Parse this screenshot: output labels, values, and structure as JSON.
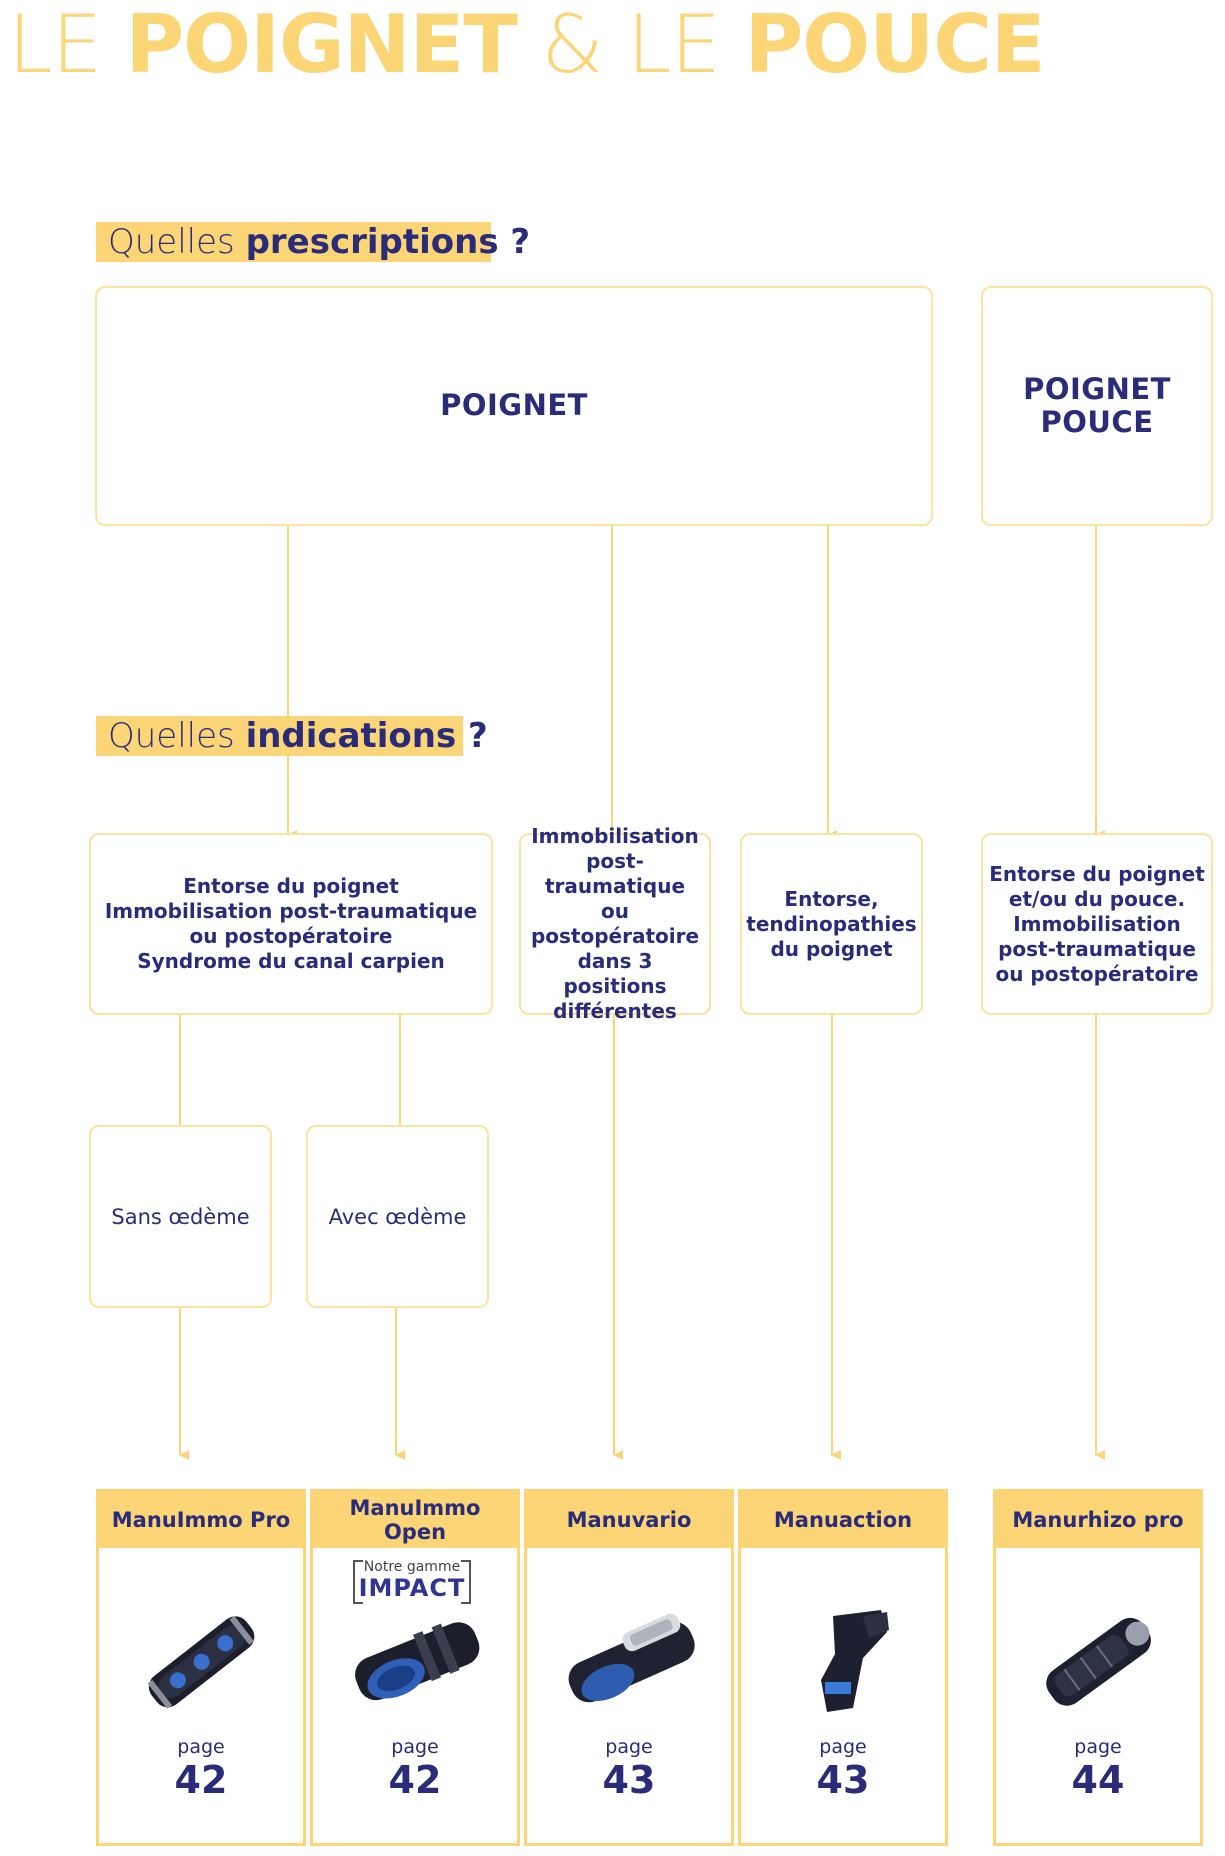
{
  "title": {
    "part1": "LE ",
    "part2": "POIGNET",
    "part3": " & LE ",
    "part4": "POUCE"
  },
  "sections": {
    "prescriptions": {
      "light": "Quelles ",
      "bold": "prescriptions ?"
    },
    "indications": {
      "light": "Quelles ",
      "bold": "indications ?"
    }
  },
  "prescriptions": {
    "poignet": "POIGNET",
    "poignet_pouce": "POIGNET\nPOUCE"
  },
  "indications": [
    {
      "text": "Entorse du poignet\nImmobilisation post-traumatique\nou postopératoire\nSyndrome du canal carpien"
    },
    {
      "text": "Immobilisation\npost-traumatique\nou\npostopératoire\ndans 3 positions\ndifférentes"
    },
    {
      "text": "Entorse,\ntendinopathies\ndu poignet"
    },
    {
      "text": "Entorse du poignet\net/ou du pouce.\nImmobilisation\npost-traumatique\nou postopératoire"
    }
  ],
  "sub_indications": [
    {
      "text": "Sans œdème"
    },
    {
      "text": "Avec œdème"
    }
  ],
  "products": [
    {
      "name": "ManuImmo Pro",
      "page_label": "page",
      "page": "42"
    },
    {
      "name": "ManuImmo\nOpen",
      "page_label": "page",
      "page": "42",
      "badge_small": "Notre gamme",
      "badge_big": "IMPACT"
    },
    {
      "name": "Manuvario",
      "page_label": "page",
      "page": "43"
    },
    {
      "name": "Manuaction",
      "page_label": "page",
      "page": "43"
    },
    {
      "name": "Manurhizo pro",
      "page_label": "page",
      "page": "44"
    }
  ],
  "colors": {
    "accent": "#fcd577",
    "border": "#fbe3a0",
    "text": "#2a2c7a"
  }
}
